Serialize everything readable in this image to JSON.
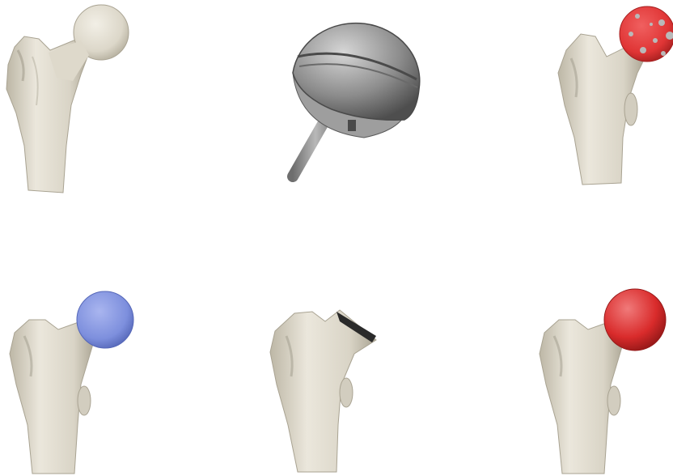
{
  "colors": {
    "bone": "#e8e4d8",
    "bone_shadow": "#bdb7a6",
    "bone_dark": "#9a9484",
    "implant_gray": "#8c8c8c",
    "implant_light": "#c4c4c4",
    "implant_dark": "#5a5a5a",
    "defect_red": "#e03535",
    "spot_gray": "#b9b9b9",
    "fit_blue": "#7d8fdd",
    "resection_dark": "#2a2a2a",
    "sphere_red": "#d92b2b"
  },
  "panels": [
    {
      "id": "intact-femur",
      "shows": "bone-with-natural-head"
    },
    {
      "id": "femoral-head-implant",
      "shows": "cap-with-stem"
    },
    {
      "id": "femur-damaged-head",
      "shows": "bone-with-red-spotted-head"
    },
    {
      "id": "femur-fitted-surface",
      "shows": "bone-with-blue-head"
    },
    {
      "id": "femur-resected",
      "shows": "bone-with-cut-neck"
    },
    {
      "id": "femur-implant-fitted",
      "shows": "bone-with-red-sphere-head"
    }
  ]
}
